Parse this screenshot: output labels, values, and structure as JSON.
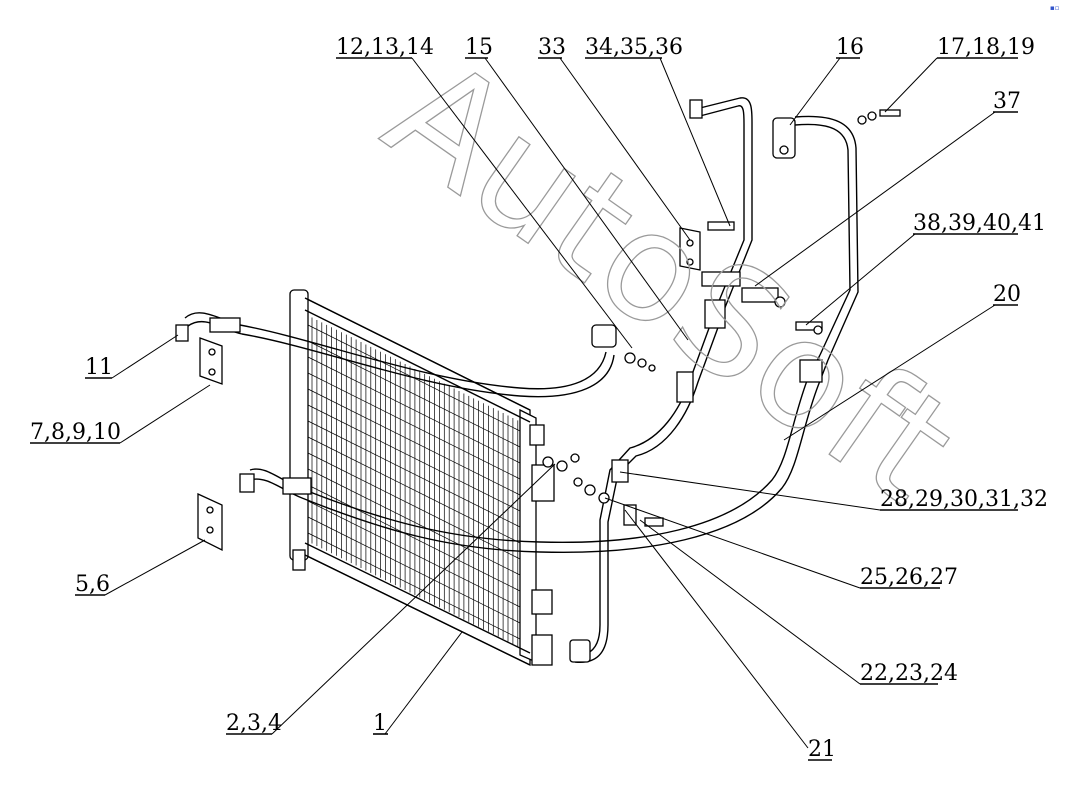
{
  "diagram": {
    "watermark": "AutoSoft",
    "labels": [
      {
        "id": "l-12-13-14",
        "text": "12,13,14"
      },
      {
        "id": "l-15",
        "text": "15"
      },
      {
        "id": "l-33",
        "text": "33"
      },
      {
        "id": "l-34-35-36",
        "text": "34,35,36"
      },
      {
        "id": "l-16",
        "text": "16"
      },
      {
        "id": "l-17-18-19",
        "text": "17,18,19"
      },
      {
        "id": "l-37",
        "text": "37"
      },
      {
        "id": "l-38-41",
        "text": "38,39,40,41"
      },
      {
        "id": "l-20",
        "text": "20"
      },
      {
        "id": "l-11",
        "text": "11"
      },
      {
        "id": "l-7-10",
        "text": "7,8,9,10"
      },
      {
        "id": "l-28-32",
        "text": "28,29,30,31,32"
      },
      {
        "id": "l-25-27",
        "text": "25,26,27"
      },
      {
        "id": "l-5-6",
        "text": "5,6"
      },
      {
        "id": "l-22-24",
        "text": "22,23,24"
      },
      {
        "id": "l-2-4",
        "text": "2,3,4"
      },
      {
        "id": "l-1",
        "text": "1"
      },
      {
        "id": "l-21",
        "text": "21"
      }
    ]
  }
}
